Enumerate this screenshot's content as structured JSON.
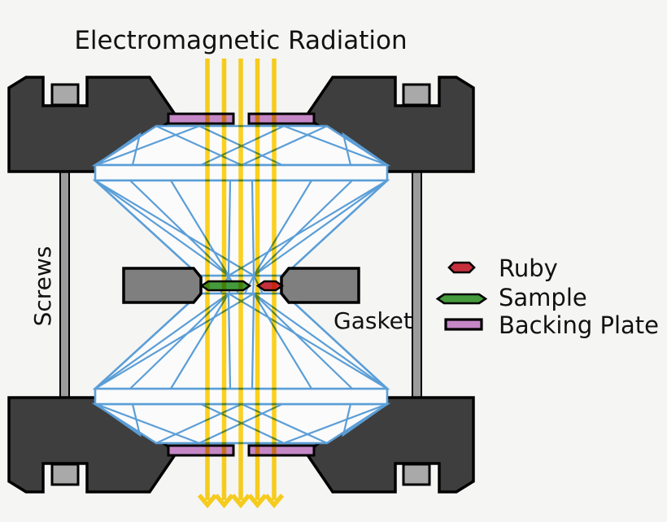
{
  "title": "Electromagnetic Radiation",
  "labels": {
    "screws": "Screws",
    "gasket": "Gasket"
  },
  "legend": {
    "items": [
      {
        "label": "Ruby",
        "shape": "hexagon",
        "color": "#c5303c"
      },
      {
        "label": "Sample",
        "shape": "hexagon",
        "color": "#449a3c"
      },
      {
        "label": "Backing Plate",
        "shape": "rect",
        "color": "#c587c6"
      }
    ]
  },
  "beams": {
    "count": 5,
    "color": "#FFD41F"
  },
  "colors": {
    "background": "#f5f5f4",
    "body": "#3e3e3e",
    "screw": "#9c9c9c",
    "screw_head": "#a9a9a9",
    "gasket": "#7f7f7f",
    "diamond_outline": "#5b9ed7",
    "backing_plate": "#c587c6",
    "ruby": "#c5303c",
    "sample": "#449a3c",
    "outline": "#000000"
  }
}
